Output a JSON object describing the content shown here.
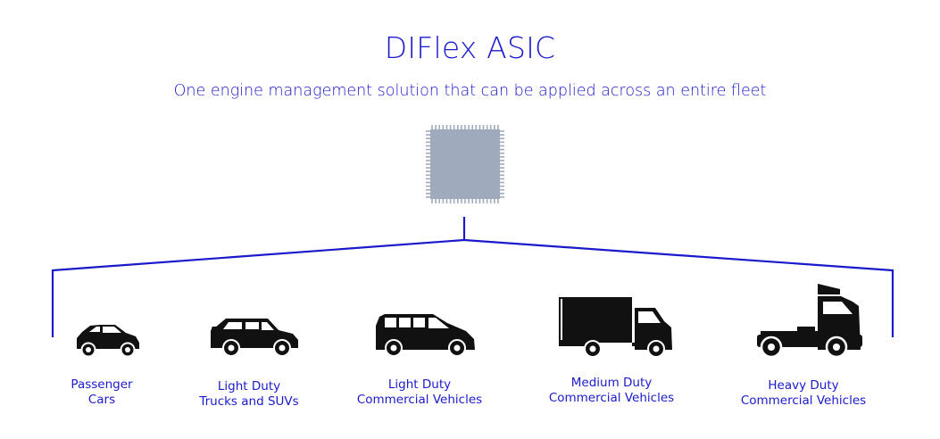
{
  "header": {
    "title": "DIFlex ASIC",
    "subtitle": "One engine management solution that can be applied across an entire fleet"
  },
  "chip": {
    "icon": "asic-chip-icon",
    "color": "#9fabbd"
  },
  "connector": {
    "color": "#1a1acc"
  },
  "vehicles": [
    {
      "icon": "passenger-car-icon",
      "line1": "Passenger",
      "line2": "Cars"
    },
    {
      "icon": "suv-icon",
      "line1": "Light Duty",
      "line2": "Trucks and SUVs"
    },
    {
      "icon": "van-icon",
      "line1": "Light Duty",
      "line2": "Commercial Vehicles"
    },
    {
      "icon": "box-truck-icon",
      "line1": "Medium Duty",
      "line2": "Commercial Vehicles"
    },
    {
      "icon": "semi-truck-icon",
      "line1": "Heavy Duty",
      "line2": "Commercial Vehicles"
    }
  ],
  "colors": {
    "accent": "#1a1acc",
    "vehicle": "#111111"
  }
}
